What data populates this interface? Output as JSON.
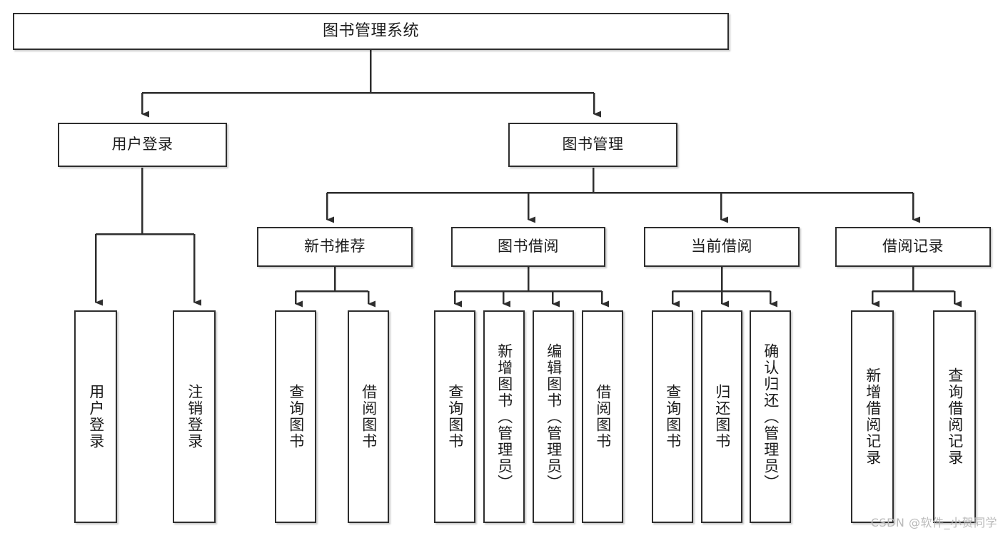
{
  "diagram": {
    "title": "图书管理系统",
    "type": "tree-hierarchy-chart",
    "watermark": "CSDN @软件_小贺同学",
    "colors": {
      "border": "#2e2e2e",
      "background": "#ffffff",
      "text": "#1c1c1c",
      "connector": "#2e2e2e",
      "watermark": "#b9b9b9"
    }
  },
  "nodes": {
    "root": {
      "label": "图书管理系统"
    },
    "level1": [
      {
        "id": "user-login",
        "label": "用户登录"
      },
      {
        "id": "book-manage",
        "label": "图书管理"
      }
    ],
    "level2": [
      {
        "id": "new-book-recommend",
        "label": "新书推荐"
      },
      {
        "id": "book-borrow",
        "label": "图书借阅"
      },
      {
        "id": "current-borrow",
        "label": "当前借阅"
      },
      {
        "id": "borrow-record",
        "label": "借阅记录"
      }
    ],
    "leaves": {
      "user_login": [
        {
          "id": "leaf-user-login",
          "label": "用户登录"
        },
        {
          "id": "leaf-logout-login",
          "label": "注销登录"
        }
      ],
      "new_book_recommend": [
        {
          "id": "leaf-query-book-1",
          "label": "查询图书"
        },
        {
          "id": "leaf-borrow-book-1",
          "label": "借阅图书"
        }
      ],
      "book_borrow": [
        {
          "id": "leaf-query-book-2",
          "label": "查询图书"
        },
        {
          "id": "leaf-add-book-admin",
          "label": "新增图书（管理员）"
        },
        {
          "id": "leaf-edit-book-admin",
          "label": "编辑图书（管理员）"
        },
        {
          "id": "leaf-borrow-book-2",
          "label": "借阅图书"
        }
      ],
      "current_borrow": [
        {
          "id": "leaf-query-book-3",
          "label": "查询图书"
        },
        {
          "id": "leaf-return-book",
          "label": "归还图书"
        },
        {
          "id": "leaf-confirm-return-admin",
          "label": "确认归还（管理员）"
        }
      ],
      "borrow_record": [
        {
          "id": "leaf-add-borrow-record",
          "label": "新增借阅记录"
        },
        {
          "id": "leaf-query-borrow-record",
          "label": "查询借阅记录"
        }
      ]
    }
  }
}
